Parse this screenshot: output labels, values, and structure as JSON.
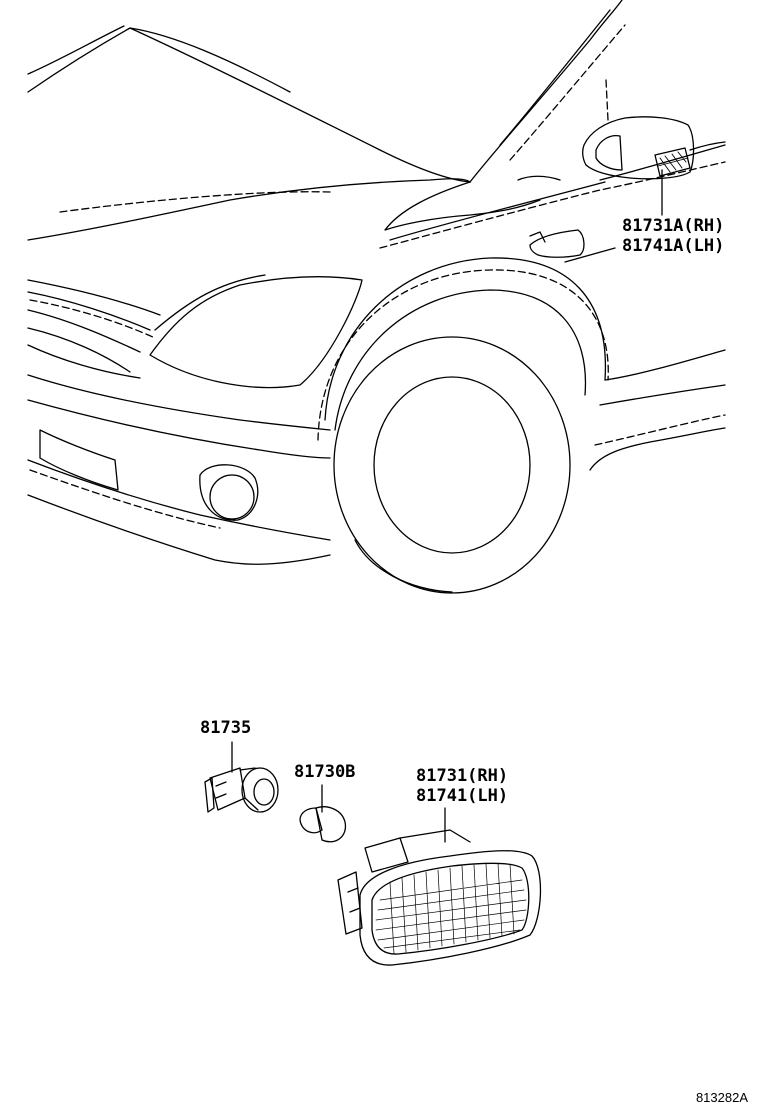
{
  "labels": {
    "mirror_rh": "81731A(RH)",
    "mirror_lh": "81741A(LH)",
    "socket": "81735",
    "bulb": "81730B",
    "lamp_rh": "81731(RH)",
    "lamp_lh": "81741(LH)"
  },
  "figure_code": "813282A"
}
